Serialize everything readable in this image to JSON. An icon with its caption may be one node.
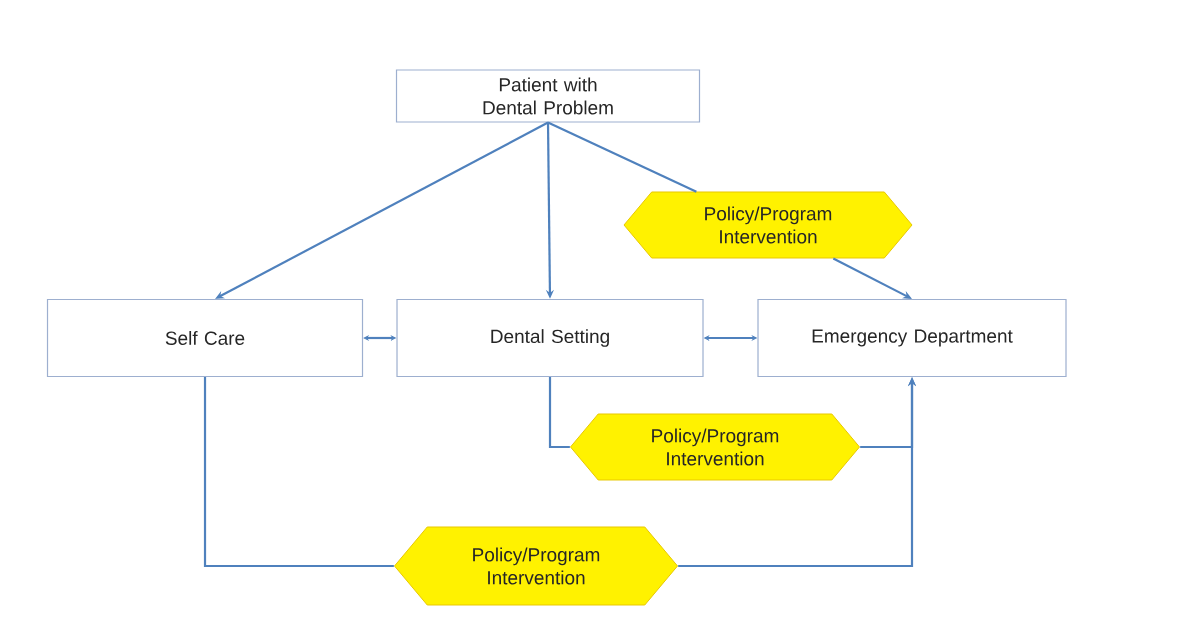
{
  "diagram": {
    "nodes": [
      {
        "text": [
          "Patient with Dental Problem"
        ]
      },
      {
        "text": [
          "Policy/Program Intervention"
        ]
      },
      {
        "text": [
          "Self Care"
        ]
      },
      {
        "text": [
          "Dental Setting"
        ]
      },
      {
        "text": [
          "Emergency Department"
        ]
      },
      {
        "text": [
          "Policy/Program Intervention"
        ]
      },
      {
        "text": [
          "Policy/Program Intervention"
        ]
      }
    ],
    "edges": [
      {
        "from": 0,
        "to": 2,
        "arrow": "to"
      },
      {
        "from": 0,
        "to": 3,
        "arrow": "to"
      },
      {
        "from": 0,
        "to": 1,
        "arrow": "none"
      },
      {
        "from": 1,
        "to": 4,
        "arrow": "to"
      },
      {
        "from": 2,
        "to": 3,
        "arrow": "both"
      },
      {
        "from": 3,
        "to": 4,
        "arrow": "both"
      },
      {
        "from": 3,
        "to": 5,
        "arrow": "none"
      },
      {
        "from": 5,
        "to": 4,
        "arrow": "to"
      },
      {
        "from": 2,
        "to": 6,
        "arrow": "none"
      },
      {
        "from": 6,
        "to": 4,
        "arrow": "to"
      }
    ]
  }
}
